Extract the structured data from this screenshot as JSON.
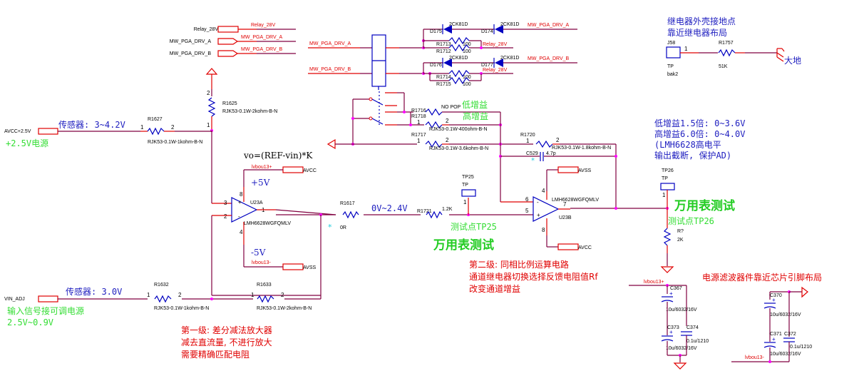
{
  "colors": {
    "wire": "#800040",
    "pin": "#e00000",
    "component": "#0000c0",
    "junction": "#ff00ff",
    "note_blue": "#2020c0",
    "note_green": "#22cc22",
    "note_red": "#e00000"
  },
  "ports": {
    "relay_28v": "Relay_28V",
    "pga_a": "MW_PGA_DRV_A",
    "pga_b": "MW_PGA_DRV_B",
    "avcc": "AVCC+2.5V",
    "vin_adj": "VIN_ADJ",
    "avcc_u23a": "AVCC",
    "avss_u23a": "AVSS",
    "avss_u23b": "AVSS",
    "avcc_u23b": "AVCC"
  },
  "nets": {
    "relay_28v": "Relay_28V",
    "pga_a": "MW_PGA_DRV_A",
    "pga_b": "MW_PGA_DRV_B",
    "vbou_pos": "lvbou13+",
    "vbou_neg": "lvbou13-"
  },
  "components": {
    "r1625": {
      "ref": "R1625",
      "value": "RJK53-0.1W-2kohm-B-N"
    },
    "r1627": {
      "ref": "R1627",
      "value": "RJK53-0.1W-1kohm-B-N"
    },
    "r1632": {
      "ref": "R1632",
      "value": "RJK53-0.1W-1kohm-B-N"
    },
    "r1633": {
      "ref": "R1633",
      "value": "RJK53-0.1W-2kohm-B-N"
    },
    "r1617": {
      "ref": "R1617",
      "value": "0R"
    },
    "r1721": {
      "ref": "R1721",
      "value": "1.2K"
    },
    "r1716": {
      "ref": "R1716",
      "value": "NO POP"
    },
    "r1718": {
      "ref": "R1718",
      "value": "RJK53-0.1W-400ohm-B-N"
    },
    "r1717": {
      "ref": "R1717",
      "value": "RJK53-0.1W-3.6kohm-B-N"
    },
    "r1720": {
      "ref": "R1720",
      "value": "RJK53-0.1W-1.8kohm-B-N"
    },
    "c529": {
      "ref": "C529",
      "value": "4.7p"
    },
    "u23a": {
      "ref": "U23A",
      "value": "LMH6628WGFQMLV"
    },
    "u23b": {
      "ref": "U23B",
      "value": "LMH6628WGFQMLV"
    },
    "tp25": {
      "ref": "TP25",
      "value": "TP"
    },
    "tp26": {
      "ref": "TP26",
      "value": "TP"
    },
    "rq": {
      "ref": "R?",
      "value": "2K"
    },
    "j58": {
      "ref": "J58",
      "value": "TP",
      "extra": "bak2"
    },
    "r1757": {
      "ref": "R1757",
      "value": "51K"
    },
    "d175": {
      "ref": "D175",
      "value": "2CK81D"
    },
    "d174": {
      "ref": "D174",
      "value": "2CK81D"
    },
    "d176": {
      "ref": "D176",
      "value": "2CK81D"
    },
    "d177": {
      "ref": "D177",
      "value": "2CK81D"
    },
    "r1713": {
      "ref": "R1713",
      "value": "100"
    },
    "r1712": {
      "ref": "R1712",
      "value": "100"
    },
    "r1714": {
      "ref": "R1714",
      "value": "100"
    },
    "r1715": {
      "ref": "R1715",
      "value": "100"
    },
    "c367": {
      "ref": "C367",
      "value": "10u/6032/16V"
    },
    "c373": {
      "ref": "C373",
      "value": "10u/6032/16V"
    },
    "c374": {
      "ref": "C374",
      "value": "0.1u/1210"
    },
    "c370": {
      "ref": "C370",
      "value": "10u/6032/16V"
    },
    "c371": {
      "ref": "C371",
      "value": "10u/6032/16V"
    },
    "c372": {
      "ref": "C372",
      "value": "0.1u/1210"
    }
  },
  "annotations": {
    "sensor_42": "传感器: 3~4.2V",
    "plus25_source": "+2.5V电源",
    "sensor_30": "传感器: 3.0V",
    "input_adj": "输入信号接可调电源",
    "input_range": "2.5V~0.9V",
    "formula": "vo=(REF-vin)*K",
    "plus5": "+5V",
    "minus5": "-5V",
    "range_24": "0V~2.4V",
    "tp25_label": "测试点TP25",
    "meter_test_1": "万用表测试",
    "tp26_label": "测试点TP26",
    "meter_test_2": "万用表测试",
    "low_gain": "低增益",
    "high_gain": "高增益",
    "gain_note_1": "低增益1.5倍: 0~3.6V",
    "gain_note_2": "高增益6.0倍: 0~4.0V",
    "gain_note_3": "(LMH6628高电平",
    "gain_note_4": "输出截断, 保护AD)",
    "stage1_1": "第一级: 差分减法放大器",
    "stage1_2": "减去直流量, 不进行放大",
    "stage1_3": "需要精确匹配电阻",
    "stage2_1": "第二级: 同相比例运算电路",
    "stage2_2": "通道继电器切换选择反馈电阻值Rf",
    "stage2_3": "改变通道增益",
    "relay_gnd_1": "继电器外壳接地点",
    "relay_gnd_2": "靠近继电器布局",
    "earth": "大地",
    "filter_note": "电源滤波器件靠近芯片引脚布局"
  }
}
